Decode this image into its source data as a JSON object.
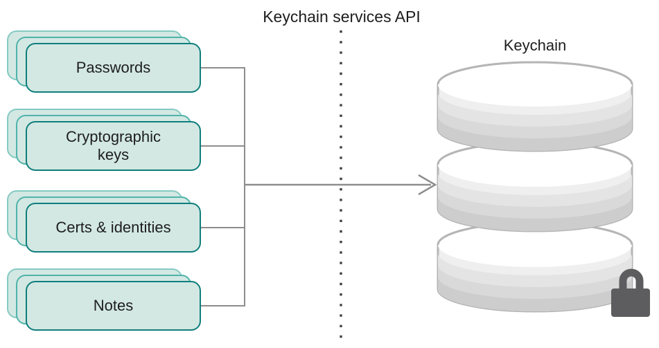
{
  "title": "Keychain services API",
  "keychain": {
    "label": "Keychain"
  },
  "cards": [
    {
      "label": "Passwords"
    },
    {
      "label": "Cryptographic\nkeys"
    },
    {
      "label": "Certs & identities"
    },
    {
      "label": "Notes"
    }
  ],
  "icons": {
    "database": "database-icon",
    "lock": "lock-icon",
    "arrow": "right-arrow-icon"
  },
  "colors": {
    "background": "#ffffff",
    "text_color": "#1d1d1f",
    "card_fill": "#d3e8e3",
    "card_border": "#0e7e7c",
    "card_back_border": "#4fb3aa",
    "card_back_border_light": "#84cac2",
    "line_gray": "#8d8d8d",
    "dot_color": "#414144",
    "cyl_stroke": "#b5b5b7",
    "cyl_ellipse": "#ffffff",
    "cyl_band1": "#efefef",
    "cyl_band2": "#e4e4e4",
    "cyl_band3": "#d9d9d9",
    "cyl_band4": "#cdcdcd",
    "lock_color": "#5d5d5f"
  }
}
